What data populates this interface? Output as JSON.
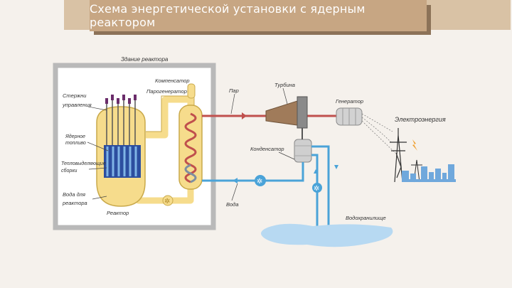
{
  "slide": {
    "title": "Схема энергетической установки с ядерным реактором"
  },
  "labels": {
    "building": "Здание реактора",
    "pressurizer": "Компенсатор",
    "steam_generator": "Парогенератор",
    "control_rods_line1": "Стержни",
    "control_rods_line2": "управления",
    "fuel_line1": "Ядерное",
    "fuel_line2": "топливо",
    "fuel_rods_line1": "Тепловыделяющие",
    "fuel_rods_line2": "сборки",
    "coolant_line1": "Вода для",
    "coolant_line2": "реактора",
    "reactor": "Реактор",
    "steam": "Пар",
    "turbine": "Турбина",
    "generator": "Генератор",
    "electricity": "Электроэнергия",
    "condenser": "Конденсатор",
    "water": "Вода",
    "reservoir": "Водохранилище"
  },
  "colors": {
    "hot_pipe": "#c0504d",
    "cold_pipe": "#4aa3d8",
    "primary_loop": "#f6dc8c",
    "wall": "#b9b9b9"
  }
}
